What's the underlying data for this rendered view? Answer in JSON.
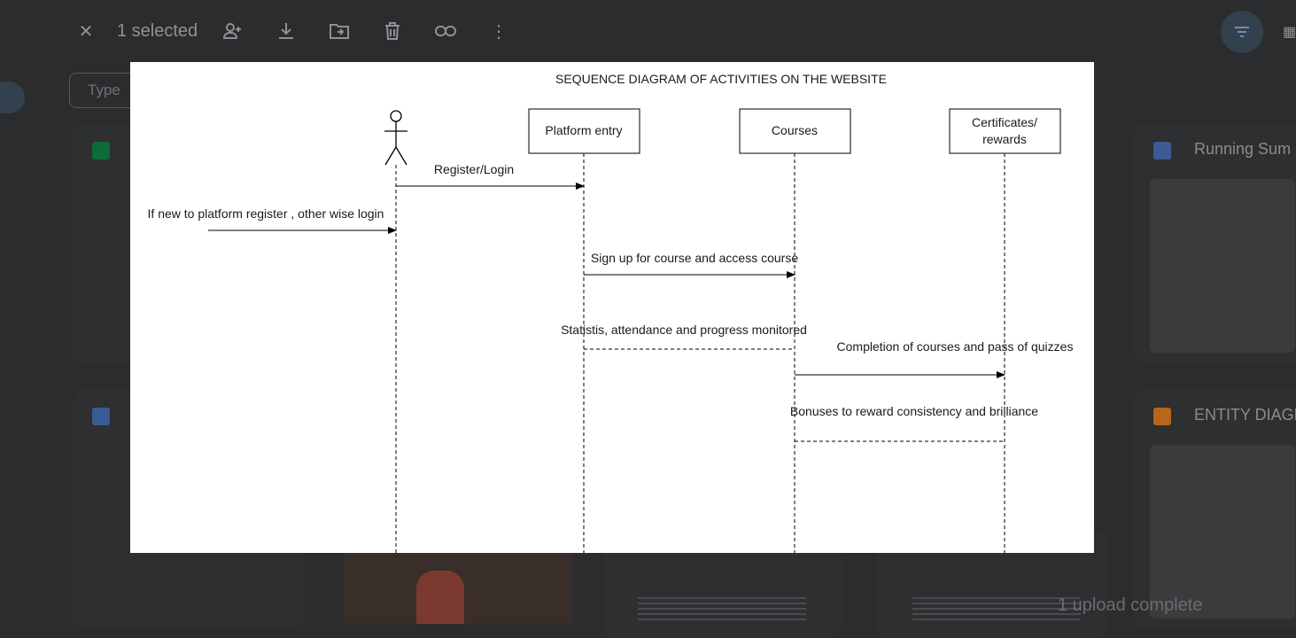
{
  "toolbar": {
    "selected_label": "1 selected",
    "icons": [
      "close-icon",
      "share-person-icon",
      "download-icon",
      "move-to-folder-icon",
      "trash-icon",
      "link-icon",
      "more-vert-icon"
    ]
  },
  "filter": {
    "chip_label": "Type"
  },
  "cards": [
    {
      "title": "",
      "icon": "sheets-icon",
      "icon_color": "#0f6b3a"
    },
    {
      "title": "Running Sum",
      "icon": "docs-icon",
      "icon_color": "#3b5b96"
    },
    {
      "title": "",
      "icon": "docs-icon",
      "icon_color": "#3b5b96"
    },
    {
      "title": "ENTITY DIAGR",
      "icon": "drawing-icon",
      "icon_color": "#b9651a"
    }
  ],
  "toast": {
    "text": "1 upload complete"
  },
  "diagram": {
    "title": "SEQUENCE DIAGRAM OF ACTIVITIES ON THE WEBSITE",
    "participants": [
      "Platform entry",
      "Courses",
      "Certificates/",
      "rewards"
    ],
    "messages": [
      "Register/Login",
      "If new to platform register , other wise login",
      "Sign up for course and access course",
      "Statistis, attendance and progress monitored",
      "Completion of courses and pass of quizzes",
      "Bonuses to reward consistency and brilliance"
    ]
  },
  "colors": {
    "backdrop": "#2b2c2e",
    "viewer_bg": "#ffffff",
    "line": "#000000"
  }
}
